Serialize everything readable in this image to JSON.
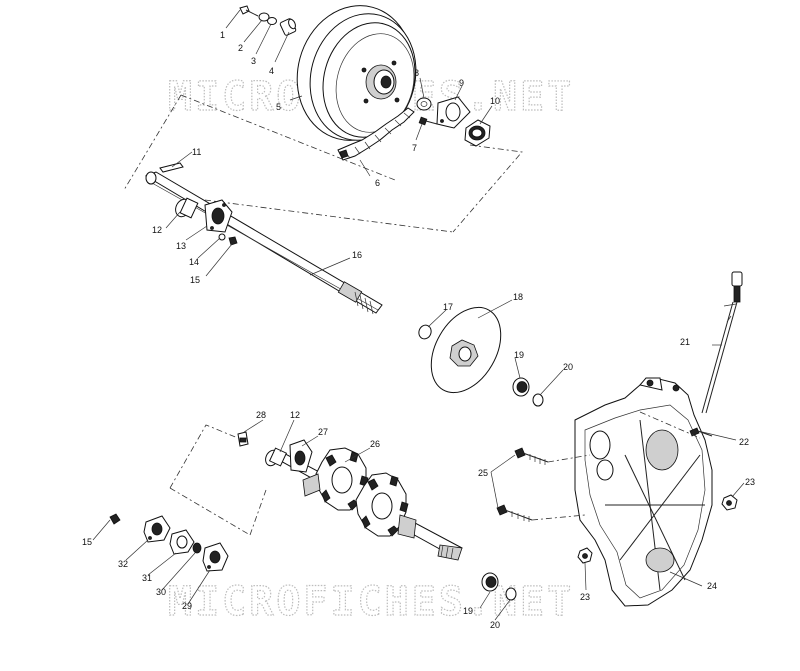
{
  "watermark": {
    "top": "MICROFICHES.NET",
    "bottom": "MICROFICHES.NET"
  },
  "callouts": {
    "c1": "1",
    "c2": "2",
    "c3": "3",
    "c4": "4",
    "c5": "5",
    "c6": "6",
    "c7": "7",
    "c8": "8",
    "c9": "9",
    "c10": "10",
    "c11": "11",
    "c12a": "12",
    "c13": "13",
    "c14": "14",
    "c15a": "15",
    "c16": "16",
    "c17": "17",
    "c18": "18",
    "c19a": "19",
    "c20a": "20",
    "c21": "21",
    "c22": "22",
    "c23a": "23",
    "c24": "24",
    "c25": "25",
    "c26": "26",
    "c27": "27",
    "c28": "28",
    "c12b": "12",
    "c15b": "15",
    "c32": "32",
    "c31": "31",
    "c30": "30",
    "c29": "29",
    "c19b": "19",
    "c20b": "20",
    "c23b": "23"
  }
}
